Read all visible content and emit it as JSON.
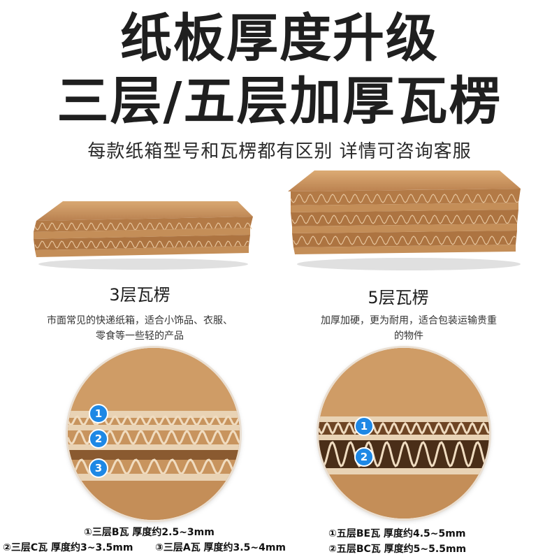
{
  "header": {
    "line1": "纸板厚度升级",
    "line2": "三层/五层加厚瓦楞",
    "subtitle": "每款纸箱型号和瓦楞都有区别 详情可咨询客服"
  },
  "three_ply": {
    "title": "3层瓦楞",
    "desc_line1": "市面常见的快递纸箱，适合小饰品、衣服、",
    "desc_line2": "零食等一些轻的产品",
    "badges": [
      "1",
      "2",
      "3"
    ],
    "note1": "①三层B瓦  厚度约2.5~3mm",
    "note2": "②三层C瓦  厚度约3~3.5mm",
    "note3": "③三层A瓦  厚度约3.5~4mm"
  },
  "five_ply": {
    "title": "5层瓦楞",
    "desc_line1": "加厚加硬，更为耐用，适合包装运输贵重",
    "desc_line2": "的物件",
    "badges": [
      "1",
      "2"
    ],
    "note1": "①五层BE瓦  厚度约4.5~5mm",
    "note2": "②五层BC瓦  厚度约5~5.5mm"
  },
  "colors": {
    "kraft": "#c8945e",
    "kraft_dark": "#a9743f",
    "badge": "#1e88e5"
  }
}
